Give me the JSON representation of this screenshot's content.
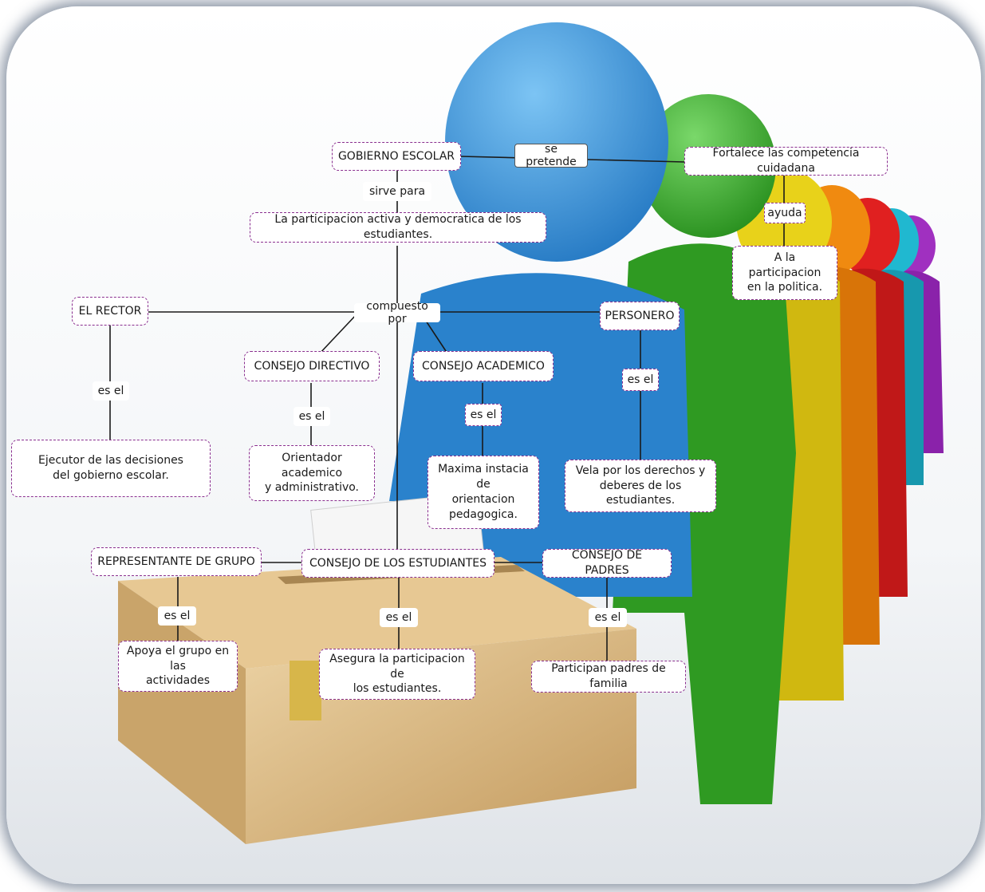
{
  "diagram": {
    "nodes": {
      "gobierno": "GOBIERNO ESCOLAR",
      "fortalece": "Fortalece las competencia cuidadana",
      "participacion_activa": "La participacion activa y democratica de los estudiantes.",
      "participacion_politica": "A la participacion\nen la politica.",
      "rector": "EL RECTOR",
      "personero": "PERSONERO",
      "consejo_directivo": "CONSEJO DIRECTIVO",
      "consejo_academico": "CONSEJO ACADEMICO",
      "ejecutor": "Ejecutor de las decisiones\ndel gobierno escolar.",
      "orientador": "Orientador academico\ny administrativo.",
      "maxima": "Maxima instacia de\norientacion\npedagogica.",
      "vela": "Vela por los derechos y\ndeberes de los estudiantes.",
      "representante": "REPRESENTANTE  DE GRUPO",
      "consejo_estudiantes": "CONSEJO DE LOS ESTUDIANTES",
      "consejo_padres": "CONSEJO DE PADRES",
      "apoya": "Apoya el grupo en las\nactividades",
      "asegura": "Asegura la participacion de\nlos estudiantes.",
      "participan": "Participan padres de familia"
    },
    "links": {
      "se_pretende": "se pretende",
      "sirve_para": "sirve para",
      "ayuda": "ayuda",
      "compuesto_por": "compuesto por",
      "es_el_rector": "es el",
      "es_el_directivo": "es el",
      "es_el_academico": "es el",
      "es_el_personero": "es el",
      "es_el_representante": "es el",
      "es_el_estudiantes": "es el",
      "es_el_padres": "es el"
    }
  },
  "colors": {
    "node_border": "#8a2f8f",
    "line": "#1a1a1a",
    "figures": [
      "#2f8fd8",
      "#3aaa2a",
      "#e8d21a",
      "#f08a10",
      "#e02020",
      "#20b8d0",
      "#a030c0"
    ],
    "ballot_box": "#d8b37a"
  }
}
